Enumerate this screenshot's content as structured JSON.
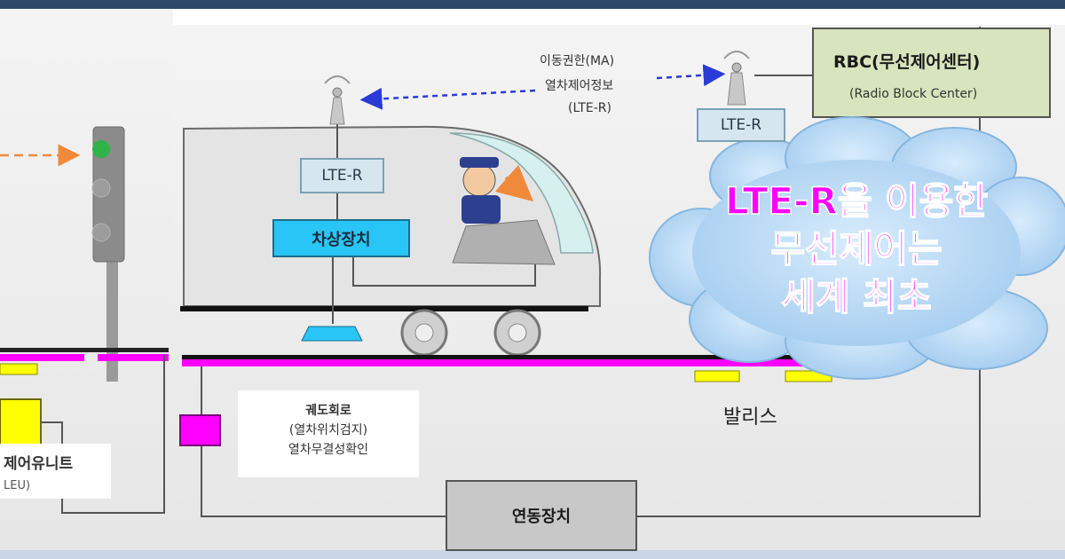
{
  "colors": {
    "frame": "#2e4a6b",
    "rail": "#ff00ff",
    "balise": "#ffff00",
    "equipment": "#29c5f6",
    "rbc_fill": "#d7e4bd",
    "lte_fill": "#d6e6ee",
    "cloud": "#a9d0f5",
    "headline": "#ff00ff",
    "interlocking_fill": "#c8c8c8"
  },
  "left_panel": {
    "unit_label": "제어유니트",
    "unit_abbr": "LEU)"
  },
  "train": {
    "lte_label": "LTE-R",
    "onboard_label": "차상장치"
  },
  "link": {
    "line1": "이동권한(MA)",
    "line2": "열차제어정보",
    "line3": "(LTE-R)"
  },
  "wayside": {
    "lte_label": "LTE-R"
  },
  "rbc": {
    "title": "RBC(무선제어센터)",
    "subtitle": "(Radio Block Center)"
  },
  "headline": {
    "line1": "LTE-R을 이용한",
    "line2": "무선제어는",
    "line3": "세계 최초"
  },
  "track_circuit": {
    "line1": "궤도회로",
    "line2": "(열차위치검지)",
    "line3": "열차무결성확인"
  },
  "balise_label": "발리스",
  "interlocking_label": "연동장치"
}
